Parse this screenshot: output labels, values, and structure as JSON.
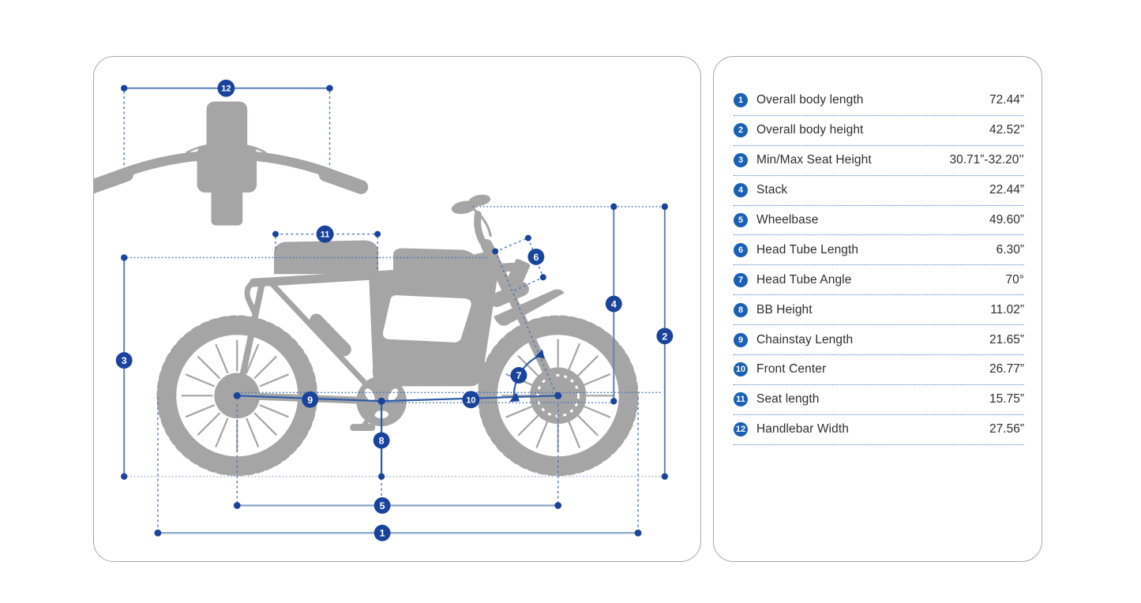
{
  "spec_table": {
    "rows": [
      {
        "num": "1",
        "label": "Overall body length",
        "value": "72.44”"
      },
      {
        "num": "2",
        "label": "Overall body height",
        "value": "42.52”"
      },
      {
        "num": "3",
        "label": "Min/Max Seat Height",
        "value": "30.71”-32.20’’"
      },
      {
        "num": "4",
        "label": "Stack",
        "value": "22.44”"
      },
      {
        "num": "5",
        "label": "Wheelbase",
        "value": "49.60”"
      },
      {
        "num": "6",
        "label": "Head Tube Length",
        "value": "6.30”"
      },
      {
        "num": "7",
        "label": "Head Tube Angle",
        "value": "70°"
      },
      {
        "num": "8",
        "label": "BB Height",
        "value": "11.02”"
      },
      {
        "num": "9",
        "label": "Chainstay Length",
        "value": "21.65”"
      },
      {
        "num": "10",
        "label": "Front Center",
        "value": "26.77”"
      },
      {
        "num": "11",
        "label": "Seat length",
        "value": "15.75”"
      },
      {
        "num": "12",
        "label": "Handlebar Width",
        "value": "27.56”"
      }
    ]
  },
  "diagram": {
    "callouts": [
      "1",
      "2",
      "3",
      "4",
      "5",
      "6",
      "7",
      "8",
      "9",
      "10",
      "11",
      "12"
    ]
  },
  "colors": {
    "badge_diagram": "#1a449c",
    "badge_table": "#1961b5",
    "line_dark": "#2d5ba8",
    "line_medium": "#5d83ba",
    "line_light": "#90aacc",
    "dash_blue": "#4a76b8",
    "dash_light": "#a8bad4",
    "silhouette_gray": "#a5a5a5",
    "row_separator": "#4d7fd0",
    "text": "#2e2e2e",
    "panel_border": "#a9a9a9"
  }
}
